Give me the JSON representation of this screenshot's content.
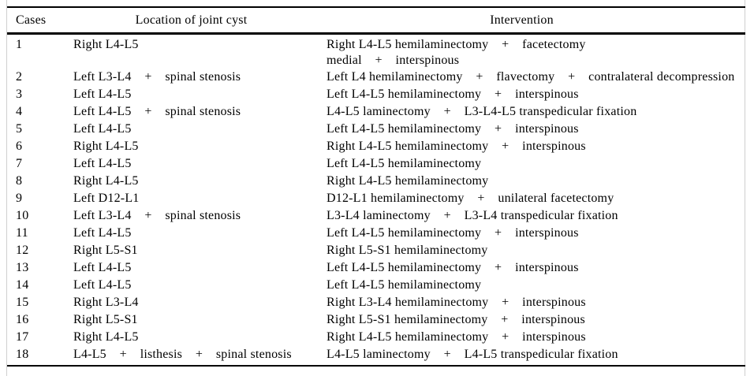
{
  "page": {
    "background_color": "#ffffff",
    "rule_color": "#000000",
    "edge_line_color": "#cfcfcf",
    "text_color": "#000000"
  },
  "table": {
    "columns": [
      {
        "key": "case",
        "label": "Cases"
      },
      {
        "key": "location",
        "label": "Location of joint cyst"
      },
      {
        "key": "intervention",
        "label": "Intervention"
      }
    ],
    "rows": [
      {
        "case": "1",
        "location": "Right L4-L5",
        "intervention": "Right L4-L5 hemilaminectomy    +    facetectomy\nmedial    +    interspinous"
      },
      {
        "case": "2",
        "location": "Left L3-L4    +    spinal stenosis",
        "intervention": "Left L4 hemilaminectomy    +    flavectomy    +    contralateral decompression"
      },
      {
        "case": "3",
        "location": "Left L4-L5",
        "intervention": "Left L4-L5 hemilaminectomy    +    interspinous"
      },
      {
        "case": "4",
        "location": "Left L4-L5    +    spinal stenosis",
        "intervention": "L4-L5 laminectomy    +    L3-L4-L5 transpedicular fixation"
      },
      {
        "case": "5",
        "location": "Left L4-L5",
        "intervention": "Left L4-L5 hemilaminectomy    +    interspinous"
      },
      {
        "case": "6",
        "location": "Right L4-L5",
        "intervention": "Right L4-L5 hemilaminectomy    +    interspinous"
      },
      {
        "case": "7",
        "location": "Left L4-L5",
        "intervention": "Left L4-L5 hemilaminectomy"
      },
      {
        "case": "8",
        "location": "Right L4-L5",
        "intervention": "Right L4-L5 hemilaminectomy"
      },
      {
        "case": "9",
        "location": "Left D12-L1",
        "intervention": "D12-L1 hemilaminectomy    +    unilateral facetectomy"
      },
      {
        "case": "10",
        "location": "Left L3-L4    +    spinal stenosis",
        "intervention": "L3-L4 laminectomy    +    L3-L4 transpedicular fixation"
      },
      {
        "case": "11",
        "location": "Left L4-L5",
        "intervention": "Left L4-L5 hemilaminectomy    +    interspinous"
      },
      {
        "case": "12",
        "location": "Right L5-S1",
        "intervention": "Right L5-S1 hemilaminectomy"
      },
      {
        "case": "13",
        "location": "Left L4-L5",
        "intervention": "Left L4-L5 hemilaminectomy    +    interspinous"
      },
      {
        "case": "14",
        "location": "Left L4-L5",
        "intervention": "Left L4-L5 hemilaminectomy"
      },
      {
        "case": "15",
        "location": "Right L3-L4",
        "intervention": "Right L3-L4 hemilaminectomy    +    interspinous"
      },
      {
        "case": "16",
        "location": "Right L5-S1",
        "intervention": "Right L5-S1 hemilaminectomy    +    interspinous"
      },
      {
        "case": "17",
        "location": "Right L4-L5",
        "intervention": "Right L4-L5 hemilaminectomy    +    interspinous"
      },
      {
        "case": "18",
        "location": "L4-L5    +    listhesis    +    spinal stenosis",
        "intervention": "L4-L5 laminectomy    +    L4-L5 transpedicular fixation"
      }
    ]
  }
}
